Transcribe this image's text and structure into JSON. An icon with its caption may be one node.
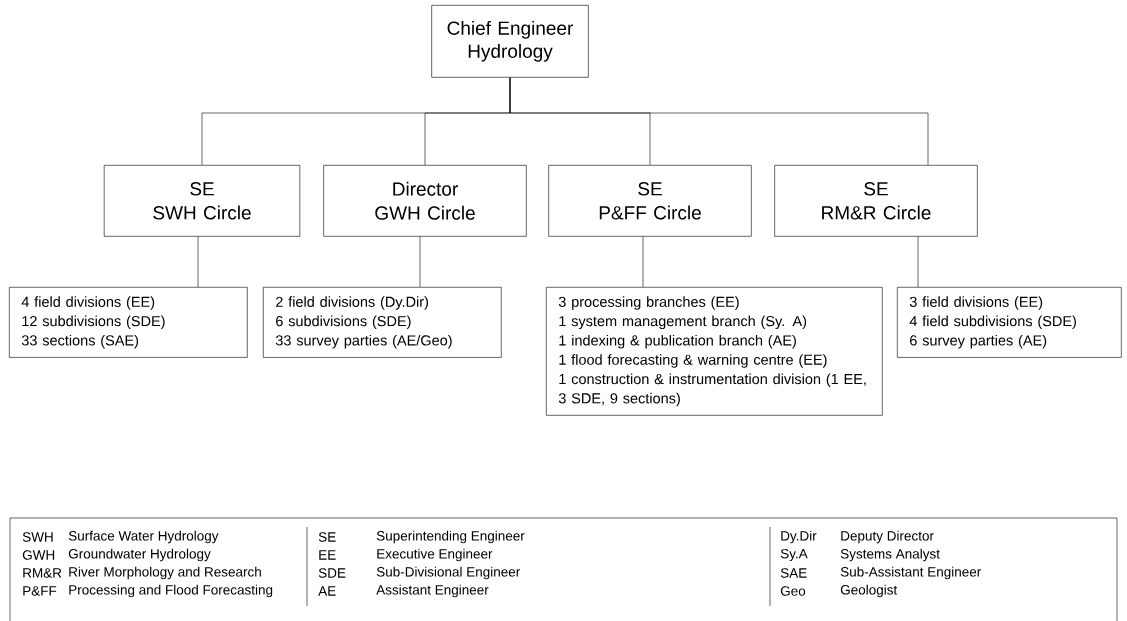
{
  "diagram": {
    "nodes": [
      {
        "text": [
          "Chief Engineer Hydrology"
        ]
      },
      {
        "text": [
          "SE",
          "SWH Circle"
        ]
      },
      {
        "text": [
          "Director",
          "GWH Circle"
        ]
      },
      {
        "text": [
          "SE",
          "P&FF Circle"
        ]
      },
      {
        "text": [
          "SE",
          "RM&R Circle"
        ]
      },
      {
        "text": [
          "4 field divisions (EE)",
          "12 subdivisions (SDE)",
          "33 sections (SAE)"
        ]
      },
      {
        "text": [
          "2 field divisions (Dy.Dir)",
          "6 subdivisions (SDE)",
          "33 survey parties (AE/Geo)"
        ]
      },
      {
        "text": [
          "3 processing branches (EE)",
          "1 system management branch (Sy. A)",
          "1 indexing & publication branch (AE)",
          "1 flood forecasting & warning centre (EE)",
          "1 construction & instrumentation division (1 EE, 3 SDE, 9 sections)"
        ]
      },
      {
        "text": [
          "3 field divisions (EE)",
          "4 field subdivisions (SDE)",
          "6 survey parties (AE)"
        ]
      }
    ],
    "edges": [
      {
        "from": 0,
        "to": 1,
        "arrow": "none"
      },
      {
        "from": 0,
        "to": 2,
        "arrow": "none"
      },
      {
        "from": 0,
        "to": 3,
        "arrow": "none"
      },
      {
        "from": 0,
        "to": 4,
        "arrow": "none"
      },
      {
        "from": 1,
        "to": 5,
        "arrow": "none"
      },
      {
        "from": 2,
        "to": 6,
        "arrow": "none"
      },
      {
        "from": 3,
        "to": 7,
        "arrow": "none"
      },
      {
        "from": 4,
        "to": 8,
        "arrow": "none"
      }
    ],
    "labels": [
      "SWH",
      "Surface Water Hydrology",
      "SE",
      "Superintending Engineer",
      "Dy.Dir",
      "Deputy Director",
      "GWH",
      "Groundwater Hydrology",
      "EE",
      "Executive Engineer",
      "Sy.A",
      "Systems Analyst",
      "RM&R",
      "River Morphology and Research",
      "SDE",
      "Sub-Divisional Engineer",
      "SAE",
      "Sub-Assistant Engineer",
      "P&FF",
      "Processing and Flood Forecasting",
      "AE",
      "Assistant Engineer",
      "Geo",
      "Geologist"
    ]
  }
}
